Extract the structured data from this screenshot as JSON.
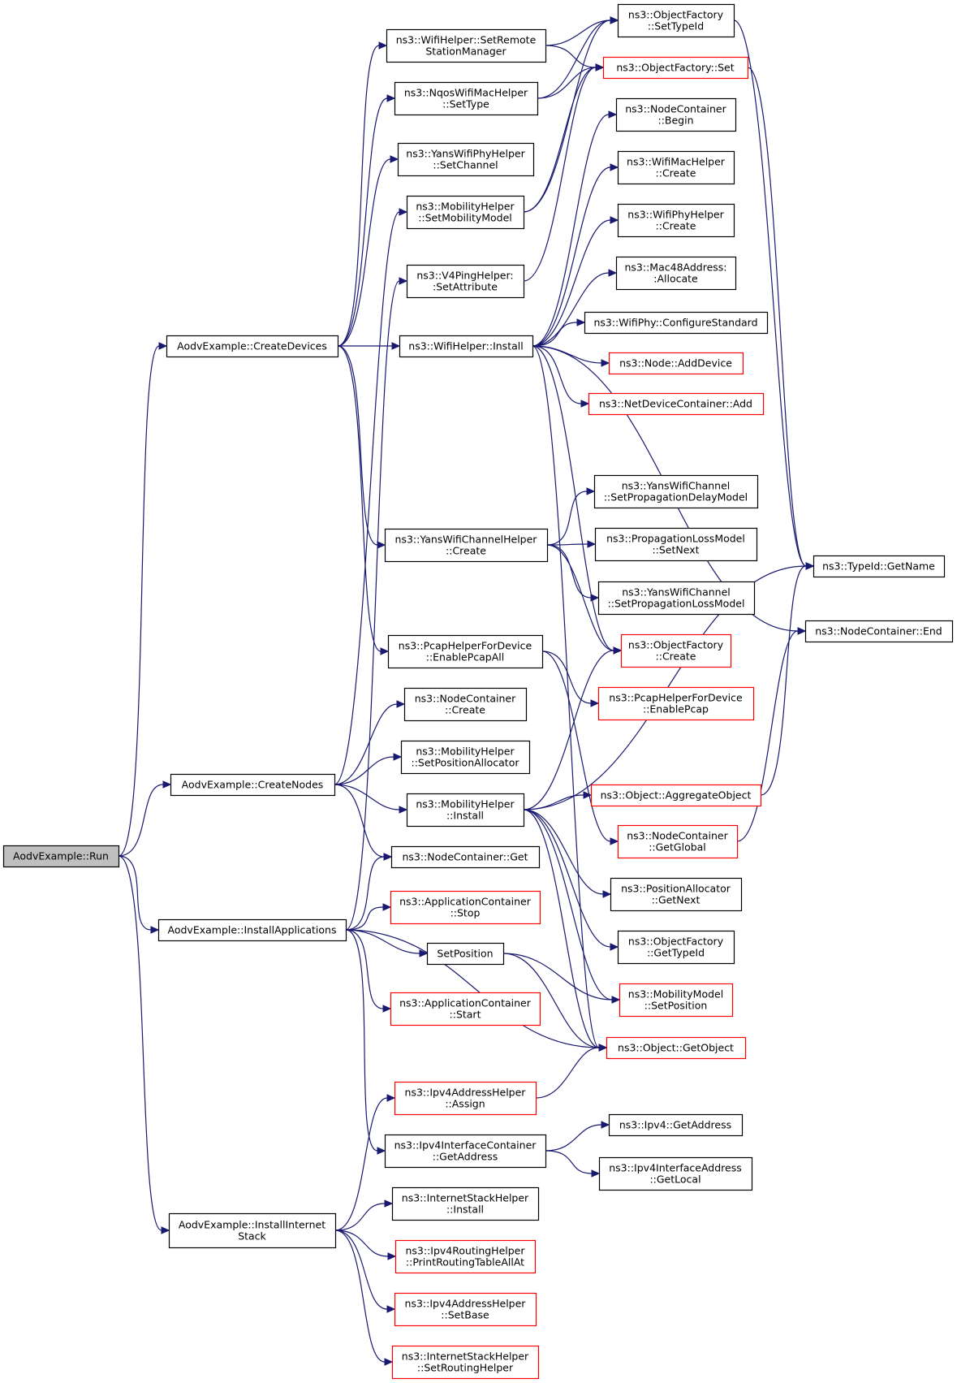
{
  "colors": {
    "edge": "#191970",
    "border": "#000000",
    "border_incomplete": "#ff0000",
    "root_fill": "#bfbfbf",
    "background": "#ffffff"
  },
  "nodes": [
    {
      "id": "run",
      "lines": [
        "AodvExample::Run"
      ],
      "style": "root"
    },
    {
      "id": "createDevices",
      "lines": [
        "AodvExample::CreateDevices"
      ]
    },
    {
      "id": "createNodes",
      "lines": [
        "AodvExample::CreateNodes"
      ]
    },
    {
      "id": "installApps",
      "lines": [
        "AodvExample::InstallApplications"
      ]
    },
    {
      "id": "installInternet",
      "lines": [
        "AodvExample::InstallInternet",
        "Stack"
      ]
    },
    {
      "id": "wifiSetRemote",
      "lines": [
        "ns3::WifiHelper::SetRemote",
        "StationManager"
      ]
    },
    {
      "id": "nqosSetType",
      "lines": [
        "ns3::NqosWifiMacHelper",
        "::SetType"
      ]
    },
    {
      "id": "yansPhySetChannel",
      "lines": [
        "ns3::YansWifiPhyHelper",
        "::SetChannel"
      ]
    },
    {
      "id": "mobSetModel",
      "lines": [
        "ns3::MobilityHelper",
        "::SetMobilityModel"
      ]
    },
    {
      "id": "v4pingSetAttr",
      "lines": [
        "ns3::V4PingHelper:",
        ":SetAttribute"
      ]
    },
    {
      "id": "wifiInstall",
      "lines": [
        "ns3::WifiHelper::Install"
      ]
    },
    {
      "id": "yansChCreate",
      "lines": [
        "ns3::YansWifiChannelHelper",
        "::Create"
      ]
    },
    {
      "id": "pcapEnableAll",
      "lines": [
        "ns3::PcapHelperForDevice",
        "::EnablePcapAll"
      ]
    },
    {
      "id": "ncCreate",
      "lines": [
        "ns3::NodeContainer",
        "::Create"
      ]
    },
    {
      "id": "mobSetPosAlloc",
      "lines": [
        "ns3::MobilityHelper",
        "::SetPositionAllocator"
      ]
    },
    {
      "id": "mobInstall",
      "lines": [
        "ns3::MobilityHelper",
        "::Install"
      ]
    },
    {
      "id": "ncGet",
      "lines": [
        "ns3::NodeContainer::Get"
      ]
    },
    {
      "id": "appStop",
      "lines": [
        "ns3::ApplicationContainer",
        "::Stop"
      ],
      "style": "red"
    },
    {
      "id": "setPosition",
      "lines": [
        "SetPosition"
      ]
    },
    {
      "id": "appStart",
      "lines": [
        "ns3::ApplicationContainer",
        "::Start"
      ],
      "style": "red"
    },
    {
      "id": "ipv4Assign",
      "lines": [
        "ns3::Ipv4AddressHelper",
        "::Assign"
      ],
      "style": "red"
    },
    {
      "id": "ipv4IfGetAddr",
      "lines": [
        "ns3::Ipv4InterfaceContainer",
        "::GetAddress"
      ]
    },
    {
      "id": "ishInstall",
      "lines": [
        "ns3::InternetStackHelper",
        "::Install"
      ]
    },
    {
      "id": "ipv4RoutingPrint",
      "lines": [
        "ns3::Ipv4RoutingHelper",
        "::PrintRoutingTableAllAt"
      ],
      "style": "red"
    },
    {
      "id": "ipv4SetBase",
      "lines": [
        "ns3::Ipv4AddressHelper",
        "::SetBase"
      ],
      "style": "red"
    },
    {
      "id": "ishSetRouting",
      "lines": [
        "ns3::InternetStackHelper",
        "::SetRoutingHelper"
      ],
      "style": "red"
    },
    {
      "id": "ofSetTypeId",
      "lines": [
        "ns3::ObjectFactory",
        "::SetTypeId"
      ]
    },
    {
      "id": "ofSet",
      "lines": [
        "ns3::ObjectFactory::Set"
      ],
      "style": "red"
    },
    {
      "id": "ncBegin",
      "lines": [
        "ns3::NodeContainer",
        "::Begin"
      ]
    },
    {
      "id": "wifiMacCreate",
      "lines": [
        "ns3::WifiMacHelper",
        "::Create"
      ]
    },
    {
      "id": "wifiPhyCreate",
      "lines": [
        "ns3::WifiPhyHelper",
        "::Create"
      ]
    },
    {
      "id": "macAllocate",
      "lines": [
        "ns3::Mac48Address:",
        ":Allocate"
      ]
    },
    {
      "id": "wifiPhyConfig",
      "lines": [
        "ns3::WifiPhy::ConfigureStandard"
      ]
    },
    {
      "id": "nodeAddDevice",
      "lines": [
        "ns3::Node::AddDevice"
      ],
      "style": "red"
    },
    {
      "id": "ndcAdd",
      "lines": [
        "ns3::NetDeviceContainer::Add"
      ],
      "style": "red"
    },
    {
      "id": "ywcSetDelay",
      "lines": [
        "ns3::YansWifiChannel",
        "::SetPropagationDelayModel"
      ]
    },
    {
      "id": "plmSetNext",
      "lines": [
        "ns3::PropagationLossModel",
        "::SetNext"
      ]
    },
    {
      "id": "ywcSetLoss",
      "lines": [
        "ns3::YansWifiChannel",
        "::SetPropagationLossModel"
      ]
    },
    {
      "id": "ofCreate",
      "lines": [
        "ns3::ObjectFactory",
        "::Create"
      ],
      "style": "red"
    },
    {
      "id": "pcapEnable",
      "lines": [
        "ns3::PcapHelperForDevice",
        "::EnablePcap"
      ],
      "style": "red"
    },
    {
      "id": "objAggregate",
      "lines": [
        "ns3::Object::AggregateObject"
      ],
      "style": "red"
    },
    {
      "id": "ncGetGlobal",
      "lines": [
        "ns3::NodeContainer",
        "::GetGlobal"
      ],
      "style": "red"
    },
    {
      "id": "paGetNext",
      "lines": [
        "ns3::PositionAllocator",
        "::GetNext"
      ]
    },
    {
      "id": "ofGetTypeId",
      "lines": [
        "ns3::ObjectFactory",
        "::GetTypeId"
      ]
    },
    {
      "id": "mmSetPos",
      "lines": [
        "ns3::MobilityModel",
        "::SetPosition"
      ],
      "style": "red"
    },
    {
      "id": "objGetObject",
      "lines": [
        "ns3::Object::GetObject"
      ],
      "style": "red"
    },
    {
      "id": "ipv4GetAddr",
      "lines": [
        "ns3::Ipv4::GetAddress"
      ]
    },
    {
      "id": "ipv4IfAddrGetLocal",
      "lines": [
        "ns3::Ipv4InterfaceAddress",
        "::GetLocal"
      ]
    },
    {
      "id": "typeIdGetName",
      "lines": [
        "ns3::TypeId::GetName"
      ]
    },
    {
      "id": "ncEnd",
      "lines": [
        "ns3::NodeContainer::End"
      ]
    }
  ],
  "edges": [
    [
      "run",
      "createDevices"
    ],
    [
      "run",
      "createNodes"
    ],
    [
      "run",
      "installApps"
    ],
    [
      "run",
      "installInternet"
    ],
    [
      "createDevices",
      "wifiSetRemote"
    ],
    [
      "createDevices",
      "nqosSetType"
    ],
    [
      "createDevices",
      "yansPhySetChannel"
    ],
    [
      "createDevices",
      "wifiInstall"
    ],
    [
      "createDevices",
      "yansChCreate"
    ],
    [
      "createDevices",
      "pcapEnableAll"
    ],
    [
      "createNodes",
      "mobSetModel"
    ],
    [
      "createNodes",
      "ncCreate"
    ],
    [
      "createNodes",
      "mobSetPosAlloc"
    ],
    [
      "createNodes",
      "mobInstall"
    ],
    [
      "createNodes",
      "ncGet"
    ],
    [
      "installApps",
      "v4pingSetAttr"
    ],
    [
      "installApps",
      "ncGet"
    ],
    [
      "installApps",
      "appStop"
    ],
    [
      "installApps",
      "setPosition"
    ],
    [
      "installApps",
      "appStart"
    ],
    [
      "installApps",
      "objGetObject"
    ],
    [
      "installApps",
      "ipv4IfGetAddr"
    ],
    [
      "installInternet",
      "ipv4Assign"
    ],
    [
      "installInternet",
      "ishInstall"
    ],
    [
      "installInternet",
      "ipv4RoutingPrint"
    ],
    [
      "installInternet",
      "ipv4SetBase"
    ],
    [
      "installInternet",
      "ishSetRouting"
    ],
    [
      "wifiSetRemote",
      "ofSetTypeId"
    ],
    [
      "wifiSetRemote",
      "ofSet"
    ],
    [
      "nqosSetType",
      "ofSetTypeId"
    ],
    [
      "nqosSetType",
      "ofSet"
    ],
    [
      "mobSetModel",
      "ofSetTypeId"
    ],
    [
      "mobSetModel",
      "ofSet"
    ],
    [
      "v4pingSetAttr",
      "ofSet"
    ],
    [
      "wifiInstall",
      "ncBegin"
    ],
    [
      "wifiInstall",
      "wifiMacCreate"
    ],
    [
      "wifiInstall",
      "wifiPhyCreate"
    ],
    [
      "wifiInstall",
      "macAllocate"
    ],
    [
      "wifiInstall",
      "wifiPhyConfig"
    ],
    [
      "wifiInstall",
      "nodeAddDevice"
    ],
    [
      "wifiInstall",
      "ndcAdd"
    ],
    [
      "wifiInstall",
      "ncEnd"
    ],
    [
      "wifiInstall",
      "ofCreate"
    ],
    [
      "wifiInstall",
      "objGetObject"
    ],
    [
      "yansChCreate",
      "ywcSetDelay"
    ],
    [
      "yansChCreate",
      "plmSetNext"
    ],
    [
      "yansChCreate",
      "ywcSetLoss"
    ],
    [
      "yansChCreate",
      "ofCreate"
    ],
    [
      "pcapEnableAll",
      "pcapEnable"
    ],
    [
      "pcapEnableAll",
      "ncGetGlobal"
    ],
    [
      "mobInstall",
      "ofCreate"
    ],
    [
      "mobInstall",
      "typeIdGetName"
    ],
    [
      "mobInstall",
      "objAggregate"
    ],
    [
      "mobInstall",
      "paGetNext"
    ],
    [
      "mobInstall",
      "ofGetTypeId"
    ],
    [
      "mobInstall",
      "mmSetPos"
    ],
    [
      "mobInstall",
      "objGetObject"
    ],
    [
      "setPosition",
      "mmSetPos"
    ],
    [
      "setPosition",
      "objGetObject"
    ],
    [
      "ipv4Assign",
      "objGetObject"
    ],
    [
      "ipv4IfGetAddr",
      "ipv4GetAddr"
    ],
    [
      "ipv4IfGetAddr",
      "ipv4IfAddrGetLocal"
    ],
    [
      "ofSetTypeId",
      "typeIdGetName"
    ],
    [
      "ofSet",
      "typeIdGetName"
    ],
    [
      "objAggregate",
      "typeIdGetName"
    ],
    [
      "ncGetGlobal",
      "ncEnd"
    ]
  ]
}
